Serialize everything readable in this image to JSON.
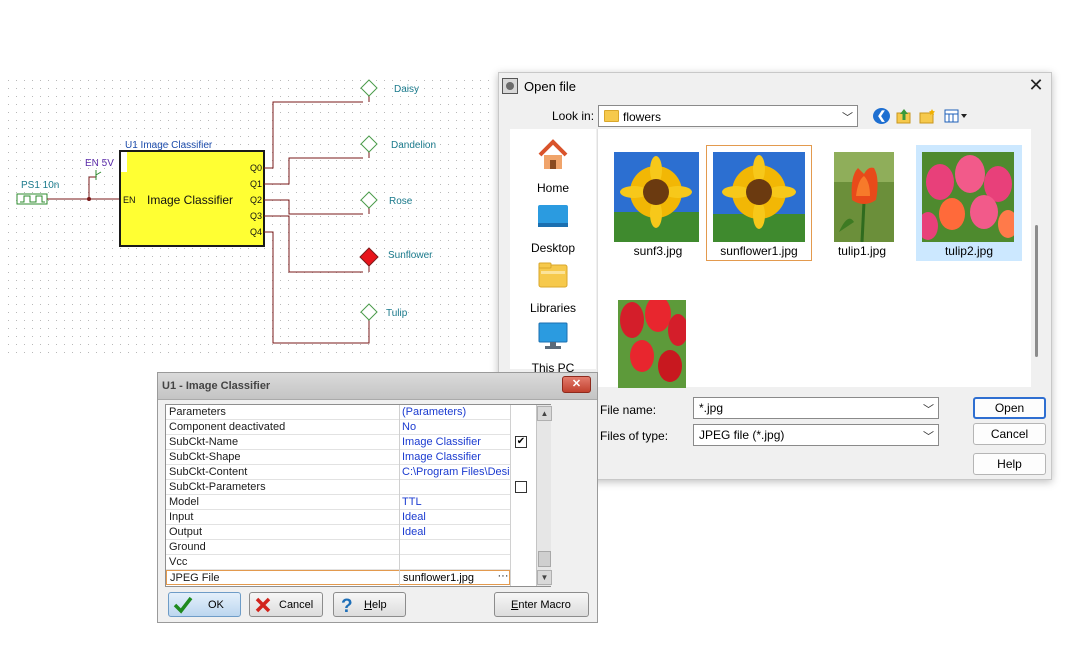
{
  "schematic": {
    "pulse_source_label": "PS1 10n",
    "enable_label": "EN 5V",
    "component_title": "U1 Image Classifier",
    "component_body_label": "Image Classifier",
    "enable_pin_label": "EN",
    "output_pins": [
      "Q0",
      "Q1",
      "Q2",
      "Q3",
      "Q4"
    ],
    "outputs": [
      {
        "label": "Daisy",
        "active": false
      },
      {
        "label": "Dandelion",
        "active": false
      },
      {
        "label": "Rose",
        "active": false
      },
      {
        "label": "Sunflower",
        "active": true
      },
      {
        "label": "Tulip",
        "active": false
      }
    ],
    "colors": {
      "component_fill": "#ffff33",
      "active_probe": "#e8141b",
      "probe_outline": "#4a9c4a",
      "label_text": "#1a7a8c",
      "wire": "#7a1a1a"
    }
  },
  "open_dialog": {
    "title": "Open file",
    "close_glyph": "✕",
    "look_in_label": "Look in:",
    "look_in_value": "flowers",
    "places": [
      "Home",
      "Desktop",
      "Libraries",
      "This PC"
    ],
    "files": [
      {
        "name": "sunf3.jpg",
        "kind": "sunflower",
        "selected": false,
        "focused": false
      },
      {
        "name": "sunflower1.jpg",
        "kind": "sunflower",
        "selected": false,
        "focused": true
      },
      {
        "name": "tulip1.jpg",
        "kind": "tulip-single",
        "selected": false,
        "focused": false
      },
      {
        "name": "tulip2.jpg",
        "kind": "tulip-field",
        "selected": true,
        "focused": false
      },
      {
        "name": "",
        "kind": "tulip-red",
        "selected": false,
        "focused": false
      }
    ],
    "file_name_label": "File name:",
    "file_name_value": "*.jpg",
    "file_type_label": "Files of type:",
    "file_type_value": "JPEG file (*.jpg)",
    "buttons": {
      "open": "Open",
      "cancel": "Cancel",
      "help": "Help"
    }
  },
  "properties_dialog": {
    "title": "U1 - Image Classifier",
    "close_glyph": "✕",
    "rows": [
      {
        "name": "Parameters",
        "value": "(Parameters)"
      },
      {
        "name": "Component deactivated",
        "value": "No"
      },
      {
        "name": "SubCkt-Name",
        "value": "Image Classifier"
      },
      {
        "name": "SubCkt-Shape",
        "value": "Image Classifier"
      },
      {
        "name": "SubCkt-Content",
        "value": "C:\\Program Files\\Desig"
      },
      {
        "name": "SubCkt-Parameters",
        "value": ""
      },
      {
        "name": "Model",
        "value": "TTL"
      },
      {
        "name": "Input",
        "value": "Ideal"
      },
      {
        "name": "Output",
        "value": "Ideal"
      },
      {
        "name": "Ground",
        "value": ""
      },
      {
        "name": "Vcc",
        "value": ""
      },
      {
        "name": "JPEG File",
        "value": "sunflower1.jpg"
      }
    ],
    "checkboxes": {
      "subckt_name": true,
      "subckt_parameters": false
    },
    "ellipsis": "···",
    "buttons": {
      "ok": "OK",
      "cancel": "Cancel",
      "help": "Help",
      "enter_macro": "Enter Macro"
    }
  }
}
